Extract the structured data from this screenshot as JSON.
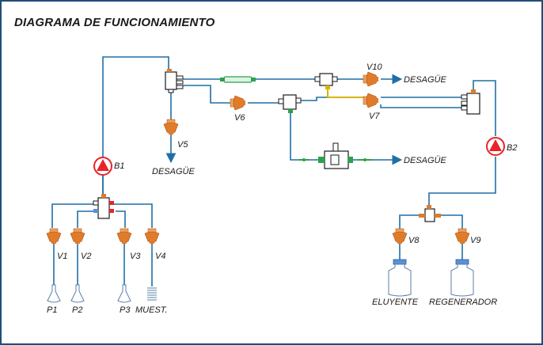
{
  "title": "DIAGRAMA DE FUNCIONAMIENTO",
  "colors": {
    "frame": "#1f4e79",
    "pipe": "#1f6fa6",
    "pump": "#e8232a",
    "valve": "#e07b2a",
    "green": "#2aa24a",
    "yellow": "#d8b400"
  },
  "pumps": {
    "b1": "B1",
    "b2": "B2"
  },
  "valves": {
    "v1": "V1",
    "v2": "V2",
    "v3": "V3",
    "v4": "V4",
    "v5": "V5",
    "v6": "V6",
    "v7": "V7",
    "v8": "V8",
    "v9": "V9",
    "v10": "V10"
  },
  "drains": {
    "drain_v5": "DESAGÜE",
    "drain_v10": "DESAGÜE",
    "drain_sensor": "DESAGÜE"
  },
  "containers": {
    "p1": "P1",
    "p2": "P2",
    "p3": "P3",
    "sample": "MUEST.",
    "eluent": "ELUYENTE",
    "regenerator": "REGENERADOR"
  }
}
